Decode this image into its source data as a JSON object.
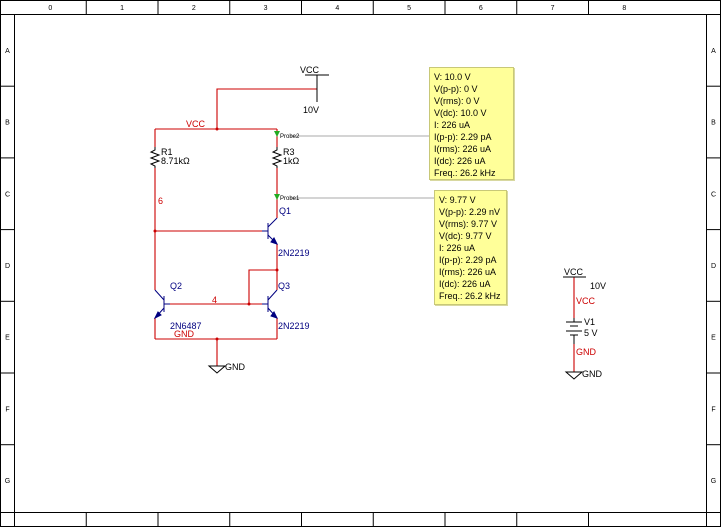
{
  "border": {
    "columns": [
      "0",
      "1",
      "2",
      "3",
      "4",
      "5",
      "6",
      "7",
      "8"
    ],
    "rows": [
      "A",
      "B",
      "C",
      "D",
      "E",
      "F",
      "G"
    ]
  },
  "labels": {
    "vcc_top": "VCC",
    "vcc_top_value": "10V",
    "vcc_net": "VCC",
    "r1_name": "R1",
    "r1_value": "8.71kΩ",
    "r3_name": "R3",
    "r3_value": "1kΩ",
    "net6": "6",
    "net4": "4",
    "q1_name": "Q1",
    "q1_model": "2N2219",
    "q2_name": "Q2",
    "q2_model": "2N6487",
    "q3_name": "Q3",
    "q3_model": "2N2219",
    "gnd_net": "GND",
    "gnd_symbol": "GND",
    "probe2": "Probe2",
    "probe1": "Probe1",
    "v1_vcc": "VCC",
    "v1_vcc_value": "10V",
    "v1_vcc_net": "VCC",
    "v1_name": "V1",
    "v1_value": "5 V",
    "v1_gnd_net": "GND",
    "v1_gnd_symbol": "GND"
  },
  "probe2_box": {
    "lines": [
      "V: 10.0 V",
      "V(p-p): 0 V",
      "V(rms): 0 V",
      "V(dc): 10.0 V",
      "I: 226 uA",
      "I(p-p): 2.29 pA",
      "I(rms): 226 uA",
      "I(dc): 226 uA",
      "Freq.: 26.2 kHz"
    ]
  },
  "probe1_box": {
    "lines": [
      "V: 9.77 V",
      "V(p-p): 2.29 nV",
      "V(rms): 9.77 V",
      "V(dc): 9.77 V",
      "I: 226 uA",
      "I(p-p): 2.29 pA",
      "I(rms): 226 uA",
      "I(dc): 226 uA",
      "Freq.: 26.2 kHz"
    ]
  },
  "colors": {
    "wire": "#cc0000",
    "component": "#000080",
    "label_blue": "#000080",
    "net_label": "#cc0000",
    "probe_arrow": "#22aa22",
    "probe_box": "#ffff99"
  }
}
